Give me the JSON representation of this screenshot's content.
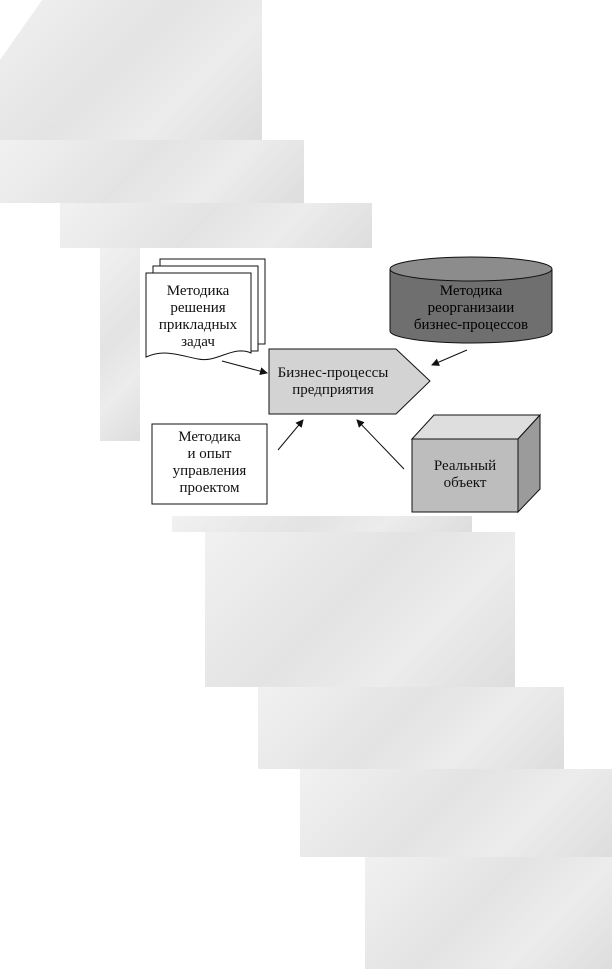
{
  "diagram": {
    "methodology_tasks": "Методика\nрешения\nприкладных\nзадач",
    "methodology_reorg": "Методика\nреорганизаии\nбизнес-процессов",
    "business_processes": "Бизнес-процессы\nпредприятия",
    "methodology_management": "Методика\nи опыт\nуправления\nпроектом",
    "real_object": "Реальный\nобъект"
  },
  "colors": {
    "cylinder_fill": "#6f6f6f",
    "cylinder_top": "#8c8c8c",
    "pentagon_fill": "#d3d3d3",
    "cube_front": "#bdbdbd",
    "cube_side": "#9b9b9b",
    "cube_top": "#dedede"
  }
}
